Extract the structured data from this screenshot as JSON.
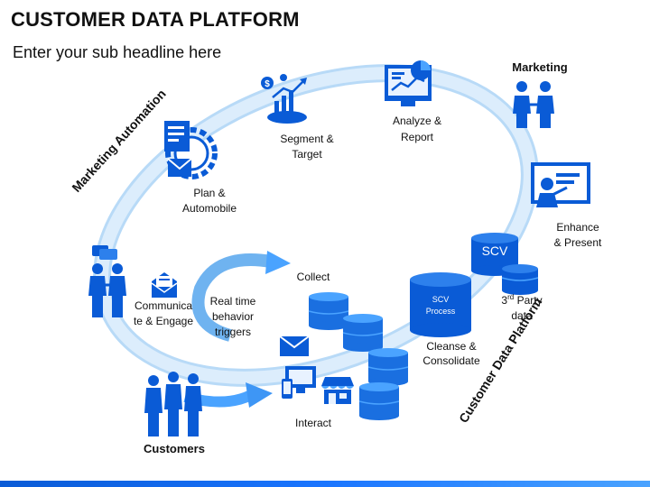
{
  "header": {
    "title": "CUSTOMER DATA PLATFORM",
    "subtitle": "Enter your sub headline here"
  },
  "arcs": {
    "marketing_automation": "Marketing Automation",
    "customer_data_platform": "Customer Data Platform"
  },
  "nodes": {
    "segment_target": [
      "Segment &",
      "Target"
    ],
    "analyze_report": [
      "Analyze &",
      "Report"
    ],
    "marketing": "Marketing",
    "plan_automobile": [
      "Plan &",
      "Automobile"
    ],
    "enhance_present": [
      "Enhance",
      "& Present"
    ],
    "third_party": {
      "main": "3",
      "sup": "rd",
      "rest": " Party",
      "line2": "data"
    },
    "collect": "Collect",
    "communicate_engage": [
      "Communica",
      "te & Engage"
    ],
    "realtime_triggers": [
      "Real time",
      "behavior",
      "triggers"
    ],
    "cleanse_consolidate": [
      "Cleanse &",
      "Consolidate"
    ],
    "interact": "Interact",
    "customers": "Customers"
  },
  "databases": {
    "scv_small": "SCV",
    "scv_process": [
      "SCV",
      "Process"
    ]
  },
  "colors": {
    "primary_blue": "#0a5bd6",
    "arc_fill": "#cfe6fb",
    "arc_stroke": "#8ec3f0",
    "dark_text": "#111111"
  },
  "icons": [
    "marketing-automation-icon",
    "segment-target-icon",
    "analyze-report-icon",
    "marketing-people-icon",
    "presentation-icon",
    "handshake-icon",
    "open-envelope-icon",
    "mail-icon",
    "devices-icon",
    "store-icon",
    "customers-group-icon",
    "database-icon"
  ]
}
